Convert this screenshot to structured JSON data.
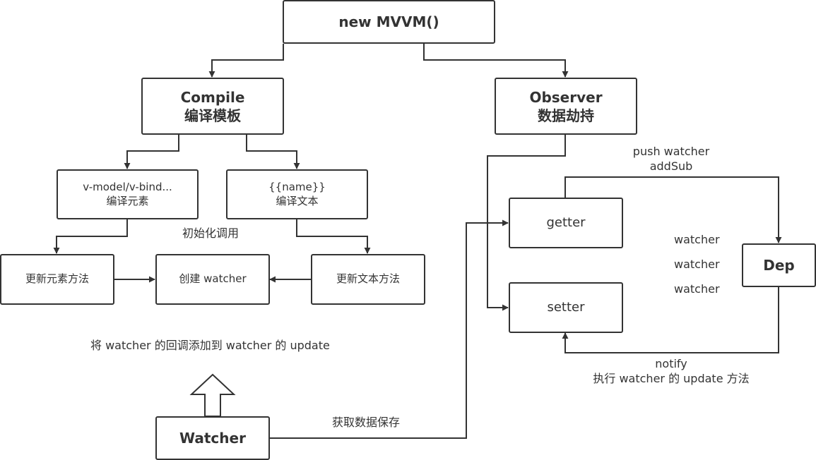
{
  "nodes": {
    "mvvm": {
      "line1": "new MVVM()"
    },
    "compile": {
      "line1": "Compile",
      "line2": "编译模板"
    },
    "observer": {
      "line1": "Observer",
      "line2": "数据劫持"
    },
    "vmodel": {
      "line1": "v-model/v-bind...",
      "line2": "编译元素"
    },
    "name": {
      "line1": "{{name}}",
      "line2": "编译文本"
    },
    "update_element": {
      "line1": "更新元素方法"
    },
    "create_watcher": {
      "line1": "创建 watcher"
    },
    "update_text": {
      "line1": "更新文本方法"
    },
    "getter": {
      "line1": "getter"
    },
    "setter": {
      "line1": "setter"
    },
    "dep": {
      "line1": "Dep"
    },
    "watcher": {
      "line1": "Watcher"
    }
  },
  "labels": {
    "init_call": "初始化调用",
    "push_watcher": "push watcher",
    "add_sub": "addSub",
    "dep_watcher_1": "watcher",
    "dep_watcher_2": "watcher",
    "dep_watcher_3": "watcher",
    "notify": "notify",
    "exec_update": "执行 watcher 的 update 方法",
    "add_callback": "将 watcher 的回调添加到 watcher 的 update",
    "get_data_save": "获取数据保存"
  },
  "colors": {
    "stroke": "#333333",
    "text": "#333333",
    "background": "#ffffff"
  }
}
